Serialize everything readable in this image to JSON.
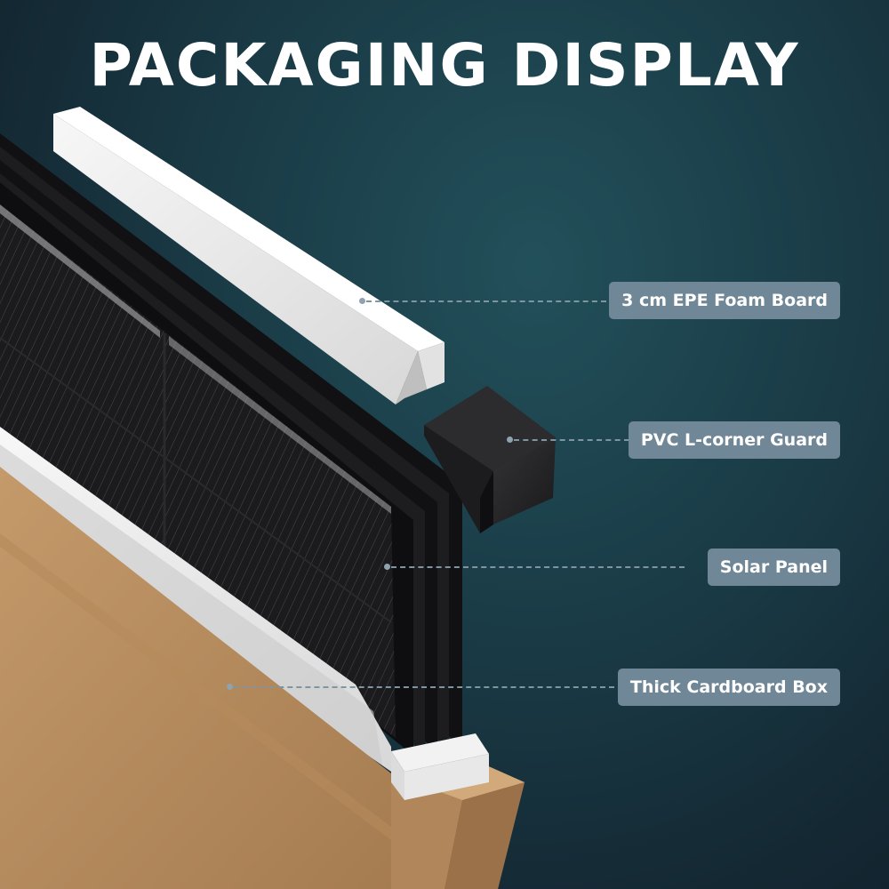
{
  "title": "PACKAGING DISPLAY",
  "callouts": [
    {
      "label": "3 cm EPE Foam Board"
    },
    {
      "label": "PVC L-corner Guard"
    },
    {
      "label": "Solar Panel"
    },
    {
      "label": "Thick Cardboard Box"
    }
  ]
}
